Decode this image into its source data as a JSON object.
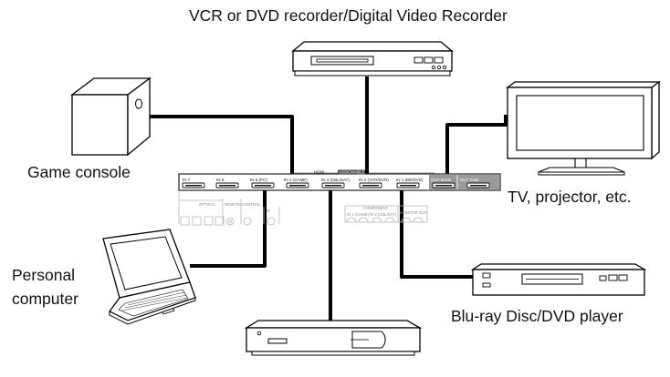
{
  "devices": {
    "vcr_label": "VCR or DVD recorder/Digital Video Recorder",
    "game_label": "Game console",
    "tv_label": "TV, projector, etc.",
    "pc_label_line1": "Personal",
    "pc_label_line2": "computer",
    "bluray_label": "Blu-ray Disc/DVD player"
  },
  "receiver_panel": {
    "hdmi_heading": "HDMI",
    "assignable": "ASSIGNABLE",
    "ports": [
      "IN 7",
      "IN 6",
      "IN 5 (PC)",
      "IN 4 (GAME)",
      "IN 3 (CBL/SAT)",
      "IN 2 (VCR/DVR)",
      "IN 1 (BD/DVD)"
    ],
    "outputs": [
      "OUT MAIN",
      "OUT SUB"
    ],
    "optical": "OPTICAL",
    "remote_control": "REMOTE CONTROL",
    "ir": "IR",
    "component": "COMPONENT",
    "comp_in1": "IN 1 (GAME)",
    "comp_in2": "IN 2 (CBL/SAT)",
    "comp_out": "MONITOR OUT"
  },
  "colors": {
    "cable": "#000000",
    "panel_border": "#222222",
    "panel_faded": "#b8b8b8",
    "out_highlight": "#9a9a9a"
  }
}
